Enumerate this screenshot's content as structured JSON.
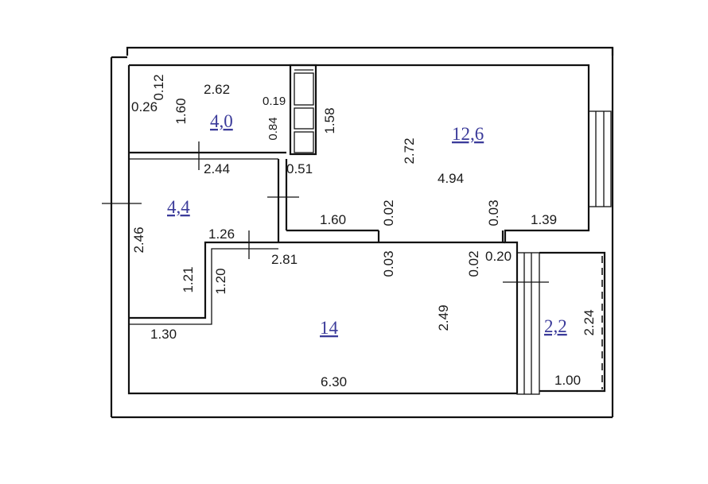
{
  "rooms": [
    {
      "id": "room-upper-left",
      "area": "4,0"
    },
    {
      "id": "room-left",
      "area": "4,4"
    },
    {
      "id": "room-main",
      "area": "12,6"
    },
    {
      "id": "room-lower",
      "area": "14"
    },
    {
      "id": "balcony",
      "area": "2,2"
    }
  ],
  "dimensions": [
    "0.12",
    "0.26",
    "1.60",
    "2.62",
    "0.19",
    "0.84",
    "1.58",
    "2.72",
    "4.94",
    "2.44",
    "0.51",
    "2.46",
    "1.26",
    "2.81",
    "1.21",
    "1.20",
    "1.30",
    "1.60",
    "0.02",
    "0.03",
    "0.03",
    "0.02",
    "0.20",
    "1.39",
    "2.49",
    "2.24",
    "1.00",
    "6.30"
  ]
}
